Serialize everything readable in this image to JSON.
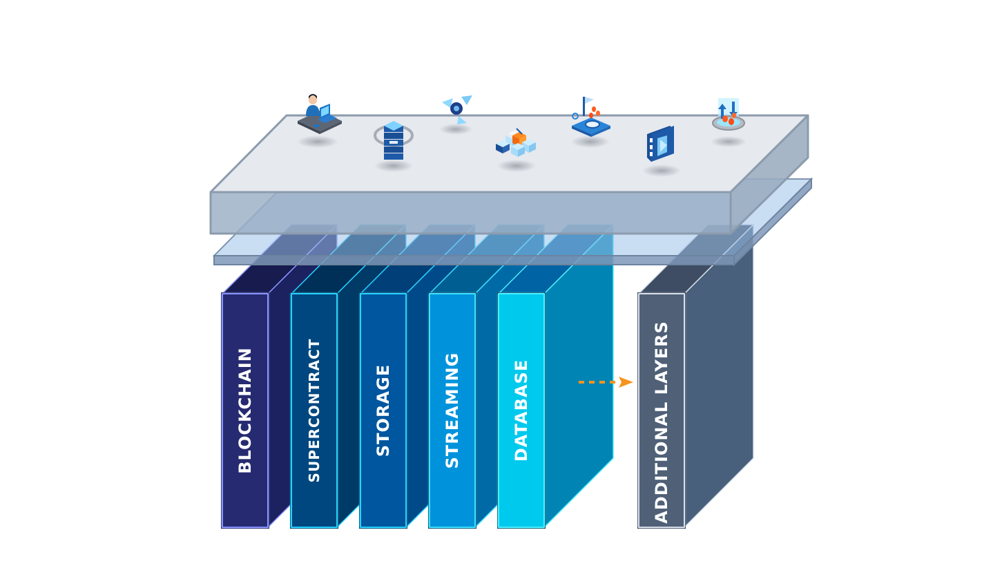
{
  "diagram": {
    "title": "",
    "layers": [
      {
        "id": "blockchain",
        "label": "BLOCKCHAIN",
        "front_color": "#25296f",
        "side_color": "#1c2160",
        "top_color": "#171b4e",
        "edge_color": "#8a94ff"
      },
      {
        "id": "supercontract",
        "label": "SUPERCONTRACT",
        "front_color": "#004780",
        "side_color": "#003a66",
        "top_color": "#002f57",
        "edge_color": "#27d3ff"
      },
      {
        "id": "storage",
        "label": "STORAGE",
        "front_color": "#00579f",
        "side_color": "#004a8a",
        "top_color": "#003f78",
        "edge_color": "#27d3ff"
      },
      {
        "id": "streaming",
        "label": "STREAMING",
        "front_color": "#0093db",
        "side_color": "#006aa6",
        "top_color": "#005e92",
        "edge_color": "#3ce0ff"
      },
      {
        "id": "database",
        "label": "DATABASE",
        "front_color": "#00c9ee",
        "side_color": "#0084b3",
        "top_color": "#0063a3",
        "edge_color": "#4cf0ff"
      },
      {
        "id": "additional-layers",
        "label": "ADDITIONAL LAYERS",
        "front_color": "#4f6077",
        "side_color": "#48607c",
        "top_color": "#3e4d63",
        "edge_color": "#d8e0ea"
      }
    ],
    "arrow": {
      "from": "database",
      "to": "additional-layers",
      "style": "dashed",
      "color": "#f7931e"
    },
    "platform": {
      "top_color": "#e6e9ee",
      "front_color": "#9aafc6",
      "side_color": "#9aacbf",
      "plate_color": "#9cc1ea",
      "icons": [
        {
          "name": "developer-laptop-icon"
        },
        {
          "name": "server-stack-icon"
        },
        {
          "name": "recycle-gear-icon"
        },
        {
          "name": "cubes-network-icon"
        },
        {
          "name": "flag-coins-platform-icon"
        },
        {
          "name": "video-film-icon"
        },
        {
          "name": "exchange-arrows-coins-icon"
        }
      ]
    }
  }
}
